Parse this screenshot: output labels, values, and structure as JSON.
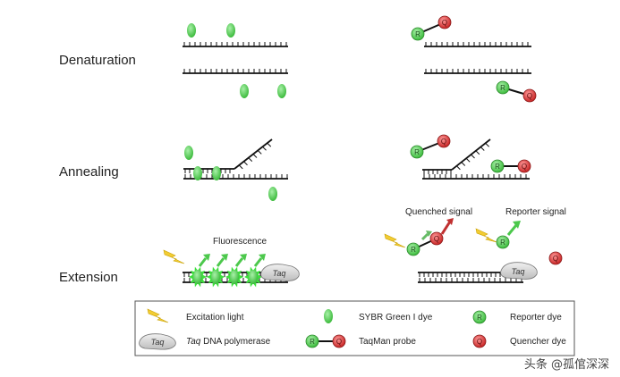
{
  "steps": {
    "denaturation": "Denaturation",
    "annealing": "Annealing",
    "extension": "Extension"
  },
  "annotations": {
    "fluorescence": "Fluorescence",
    "quenched_signal": "Quenched signal",
    "reporter_signal": "Reporter signal"
  },
  "markers": {
    "reporter": "R",
    "quencher": "Q",
    "taq": "Taq"
  },
  "legend": {
    "excitation_light": "Excitation light",
    "sybr_dye": "SYBR Green I dye",
    "reporter_dye": "Reporter dye",
    "taq_italic": "Taq",
    "taq_rest": " DNA polymerase",
    "taqman_probe": "TaqMan probe",
    "quencher_dye": "Quencher dye"
  },
  "watermark": "头条 @孤倌深深",
  "colors": {
    "sybr_green": "#4cc84c",
    "reporter_green": "#55cc55",
    "quencher_red": "#d83a3a",
    "bolt_yellow": "#f2cc33",
    "glow_green": "#3ddf3d",
    "taq_gray": "#d6d6d6",
    "strand_black": "#111111"
  }
}
